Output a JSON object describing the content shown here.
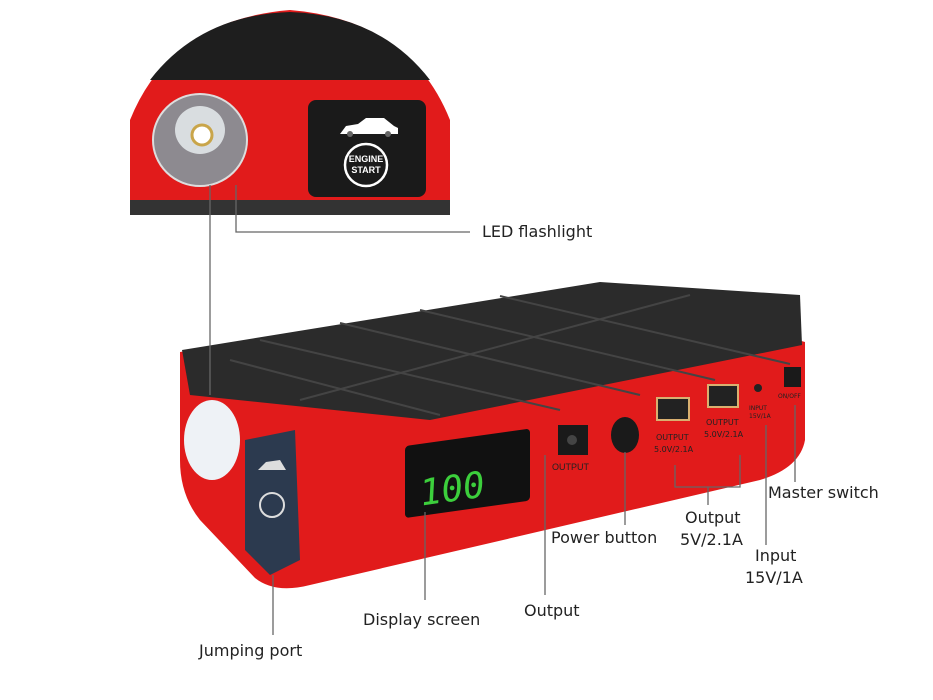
{
  "colors": {
    "body_red": "#e11b1b",
    "top_black": "#2a2a2a",
    "display_green": "#3ccf3c",
    "line": "#555555"
  },
  "inset": {
    "panel_text": "ENGINE\nSTART",
    "panel_line1": "ENGINE",
    "panel_line2": "START",
    "icon": "car-icon"
  },
  "device": {
    "display_value": "100",
    "dc_port_label": "OUTPUT",
    "usb1_label_1": "OUTPUT",
    "usb1_label_2": "5.0V/2.1A",
    "usb2_label_1": "OUTPUT",
    "usb2_label_2": "5.0V/2.1A",
    "input_label_1": "INPUT",
    "input_label_2": "15V/1A",
    "switch_label": "ON/OFF"
  },
  "labels": {
    "led": "LED flashlight",
    "display": "Display screen",
    "output": "Output",
    "power": "Power button",
    "usb_1": "Output",
    "usb_2": "5V/2.1A",
    "input_1": "Input",
    "input_2": "15V/1A",
    "master": "Master switch",
    "jumping": "Jumping port"
  }
}
